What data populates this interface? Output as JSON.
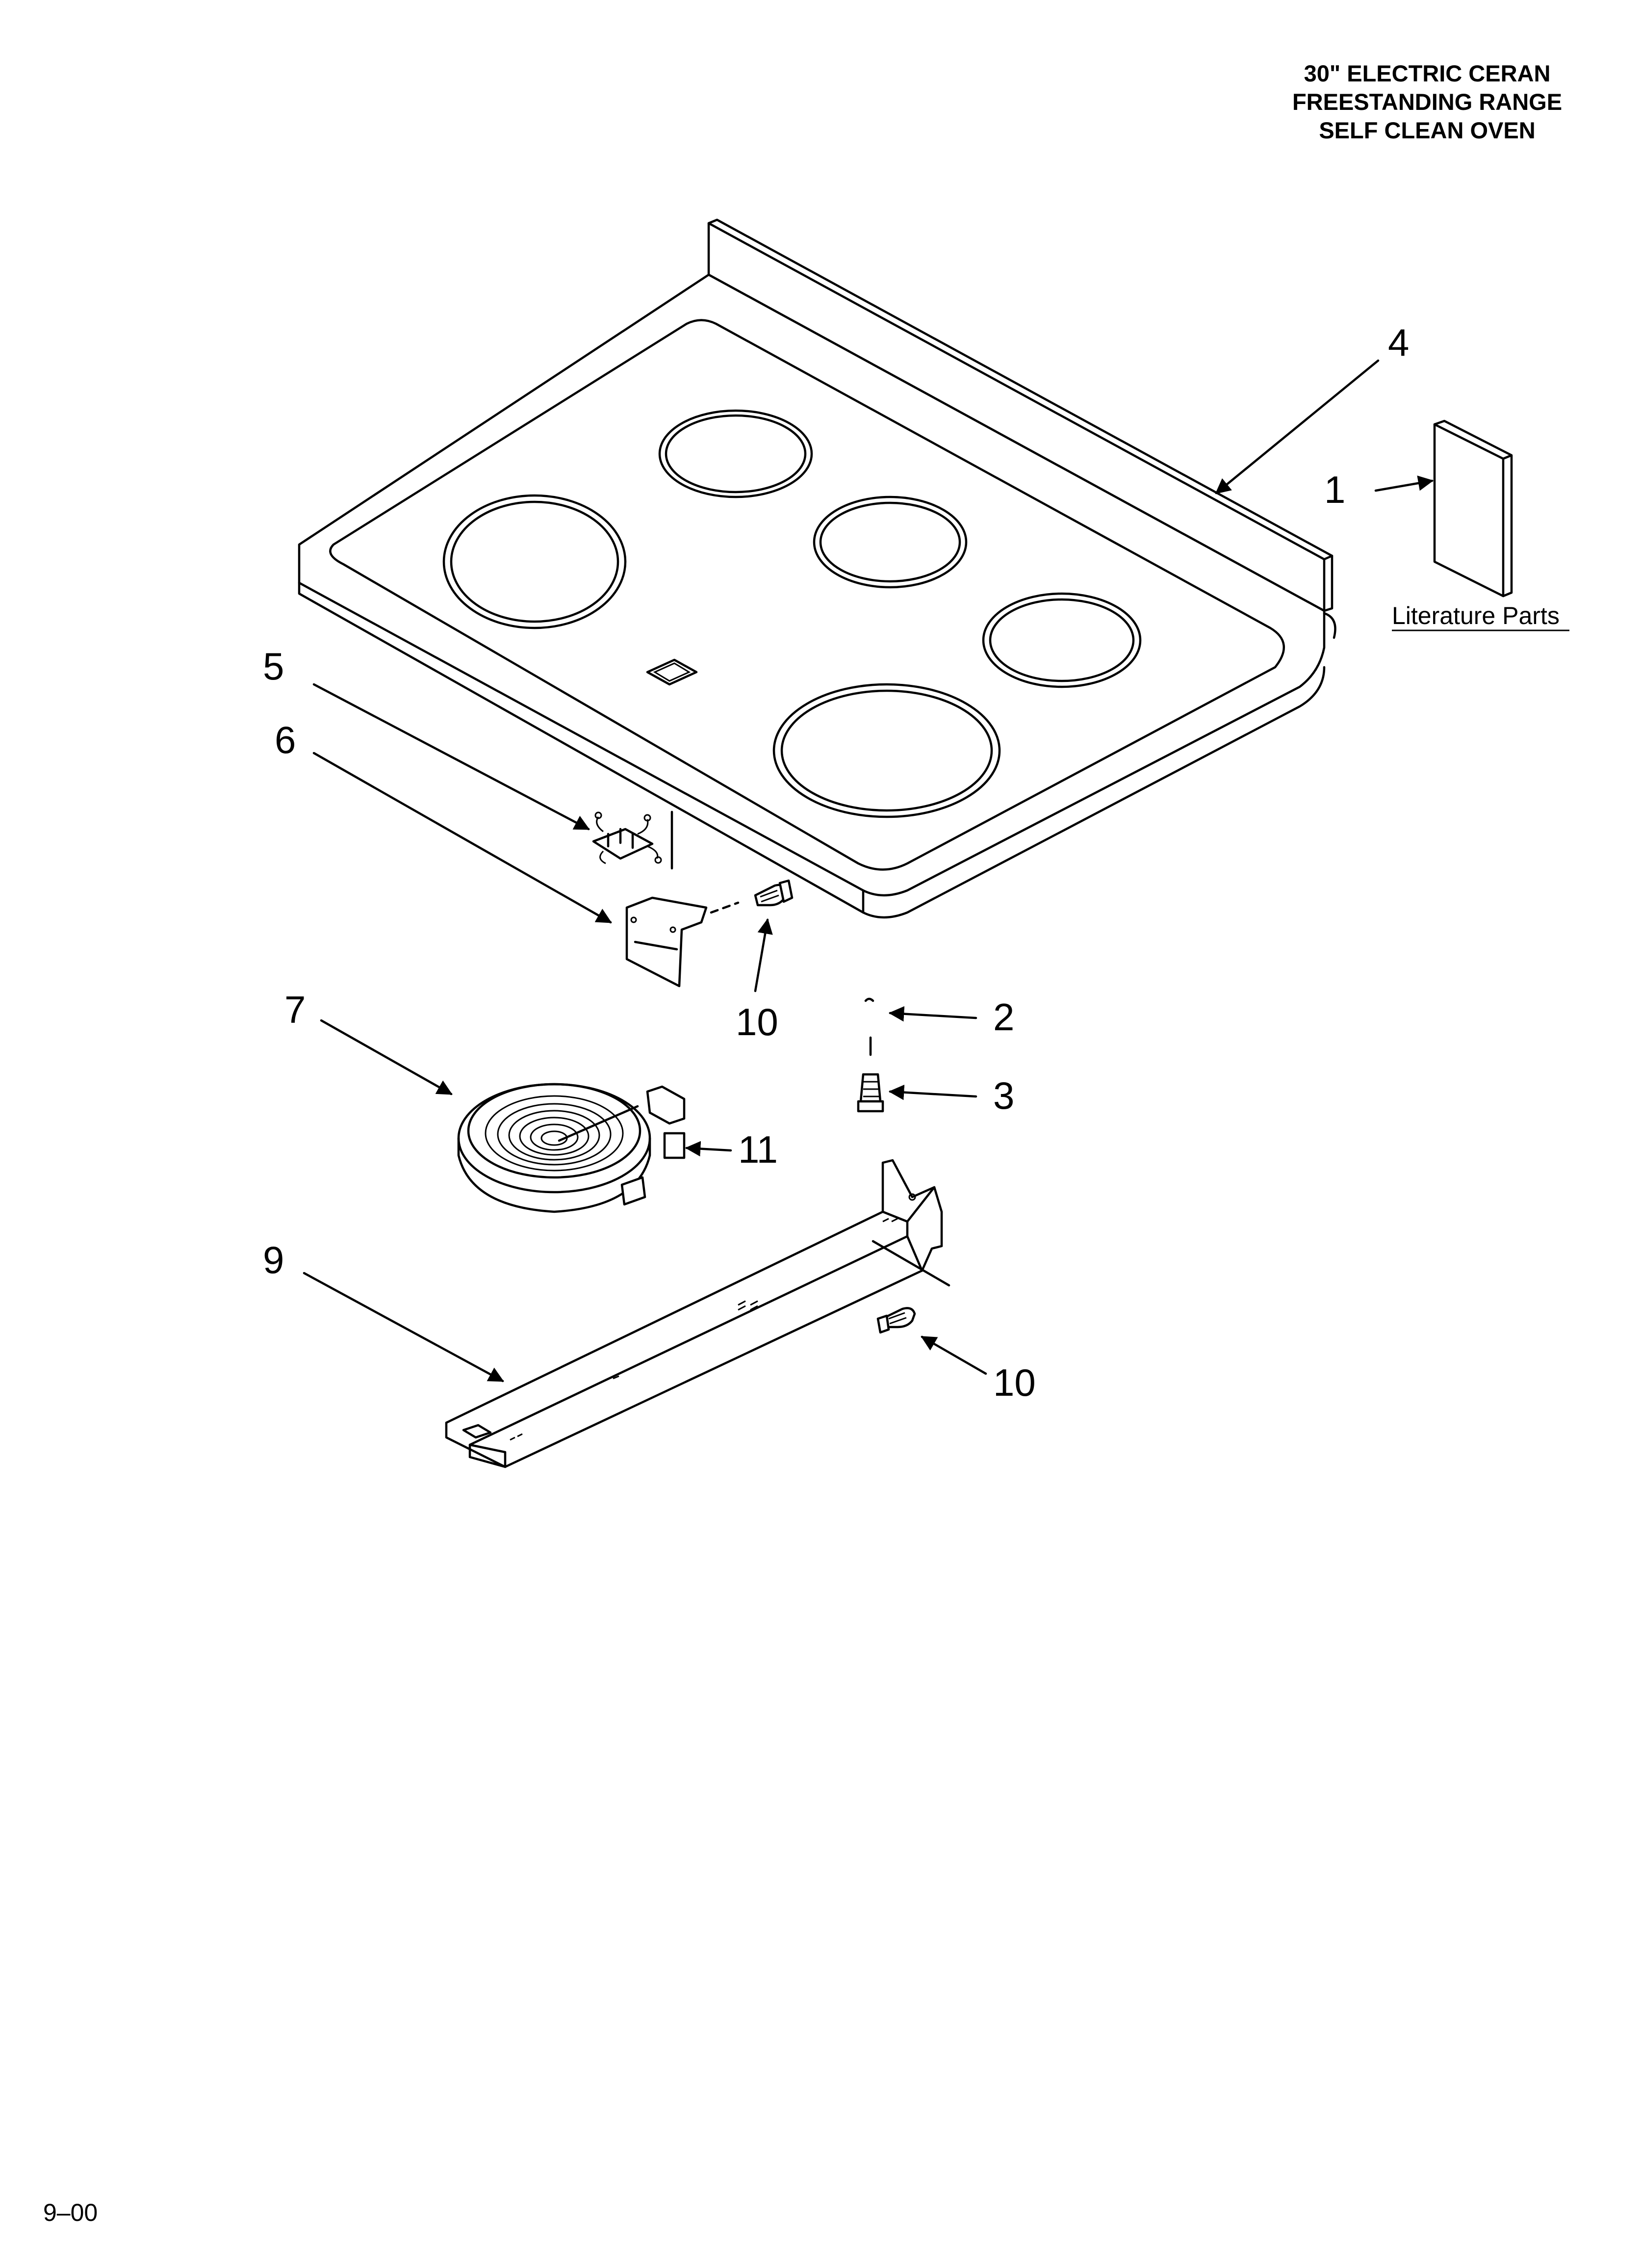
{
  "title": {
    "line1": "30\" ELECTRIC CERAN",
    "line2": "FREESTANDING RANGE",
    "line3": "SELF CLEAN OVEN"
  },
  "literature_label": "Literature Parts",
  "date_code": "9–00",
  "callouts": {
    "c1": "1",
    "c2": "2",
    "c3": "3",
    "c4": "4",
    "c5": "5",
    "c6": "6",
    "c7": "7",
    "c9": "9",
    "c10a": "10",
    "c10b": "10",
    "c11": "11"
  }
}
